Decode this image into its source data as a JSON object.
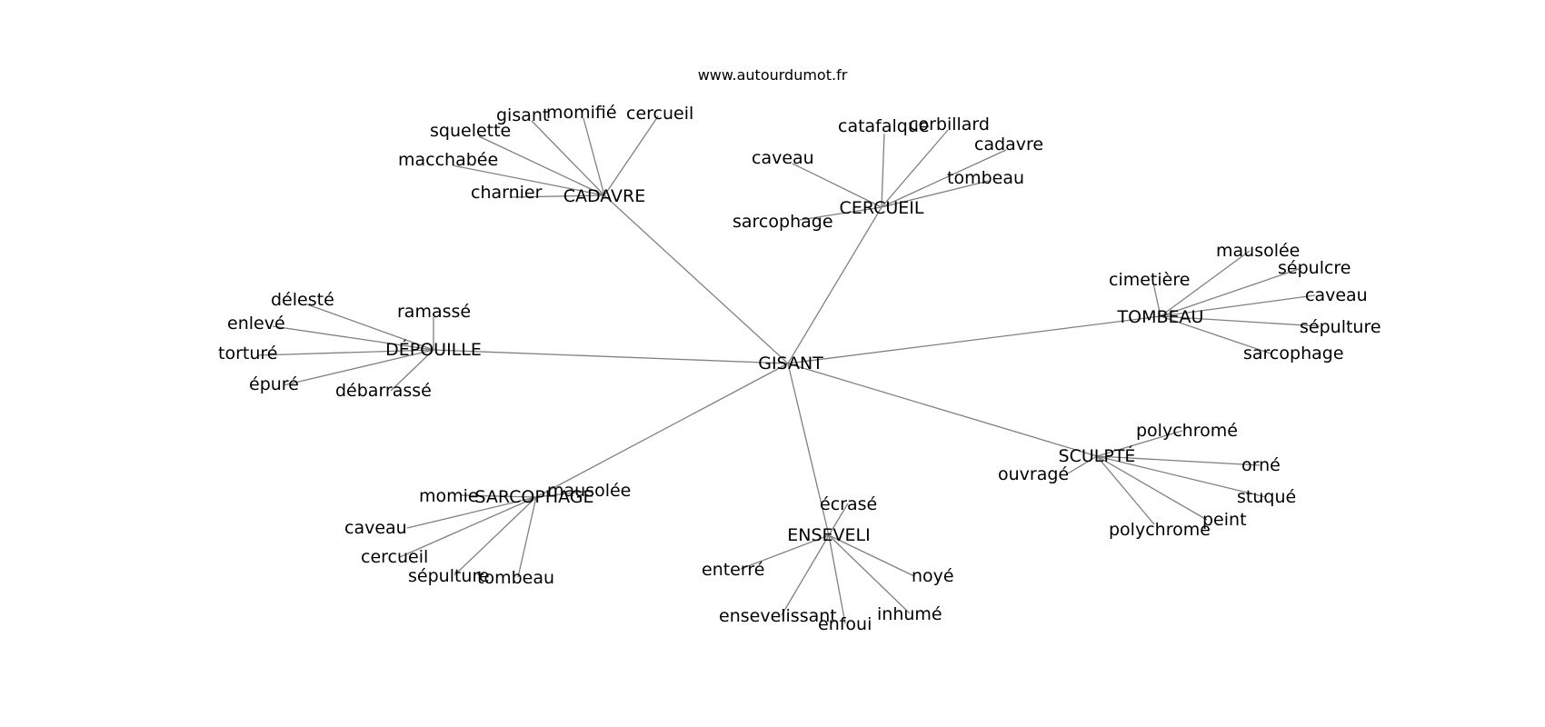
{
  "source_label": "www.autourdumot.fr",
  "edge_color": "#808080",
  "center": {
    "id": "gisant",
    "label": "GISANT"
  },
  "hubs": [
    {
      "id": "cadavre",
      "label": "CADAVRE",
      "leaves": [
        {
          "id": "gisant2",
          "label": "gisant"
        },
        {
          "id": "momifie",
          "label": "momifié"
        },
        {
          "id": "cercueil1",
          "label": "cercueil"
        },
        {
          "id": "squelette",
          "label": "squelette"
        },
        {
          "id": "macchabee",
          "label": "macchabée"
        },
        {
          "id": "charnier",
          "label": "charnier"
        }
      ]
    },
    {
      "id": "cercueil",
      "label": "CERCUEIL",
      "leaves": [
        {
          "id": "catafalque",
          "label": "catafalque"
        },
        {
          "id": "corbillard",
          "label": "corbillard"
        },
        {
          "id": "cadavre2",
          "label": "cadavre"
        },
        {
          "id": "caveau1",
          "label": "caveau"
        },
        {
          "id": "tombeau1",
          "label": "tombeau"
        },
        {
          "id": "sarcophage1",
          "label": "sarcophage"
        }
      ]
    },
    {
      "id": "tombeau",
      "label": "TOMBEAU",
      "leaves": [
        {
          "id": "mausolee1",
          "label": "mausolée"
        },
        {
          "id": "sepulcre",
          "label": "sépulcre"
        },
        {
          "id": "cimetiere",
          "label": "cimetière"
        },
        {
          "id": "caveau2",
          "label": "caveau"
        },
        {
          "id": "sepulture1",
          "label": "sépulture"
        },
        {
          "id": "sarcophage2",
          "label": "sarcophage"
        }
      ]
    },
    {
      "id": "depouille",
      "label": "DÉPOUILLE",
      "leaves": [
        {
          "id": "deleste",
          "label": "délesté"
        },
        {
          "id": "ramasse",
          "label": "ramassé"
        },
        {
          "id": "enleve",
          "label": "enlevé"
        },
        {
          "id": "torture",
          "label": "torturé"
        },
        {
          "id": "epure",
          "label": "épuré"
        },
        {
          "id": "debarrasse",
          "label": "débarrassé"
        }
      ]
    },
    {
      "id": "sculpte",
      "label": "SCULPTÉ",
      "leaves": [
        {
          "id": "polychrome_acc",
          "label": "polychromé"
        },
        {
          "id": "orne",
          "label": "orné"
        },
        {
          "id": "ouvrage",
          "label": "ouvragé"
        },
        {
          "id": "stuque",
          "label": "stuqué"
        },
        {
          "id": "peint",
          "label": "peint"
        },
        {
          "id": "polychrome",
          "label": "polychrome"
        }
      ]
    },
    {
      "id": "sarcophage",
      "label": "SARCOPHAGE",
      "leaves": [
        {
          "id": "momie",
          "label": "momie"
        },
        {
          "id": "mausolee2",
          "label": "mausolée"
        },
        {
          "id": "caveau3",
          "label": "caveau"
        },
        {
          "id": "cercueil2",
          "label": "cercueil"
        },
        {
          "id": "sepulture2",
          "label": "sépulture"
        },
        {
          "id": "tombeau2",
          "label": "tombeau"
        }
      ]
    },
    {
      "id": "enseveli",
      "label": "ENSEVELI",
      "leaves": [
        {
          "id": "ecrase",
          "label": "écrasé"
        },
        {
          "id": "enterre",
          "label": "enterré"
        },
        {
          "id": "noye",
          "label": "noyé"
        },
        {
          "id": "ensevelissant",
          "label": "ensevelissant"
        },
        {
          "id": "enfoui",
          "label": "enfoui"
        },
        {
          "id": "inhume",
          "label": "inhumé"
        }
      ]
    }
  ]
}
